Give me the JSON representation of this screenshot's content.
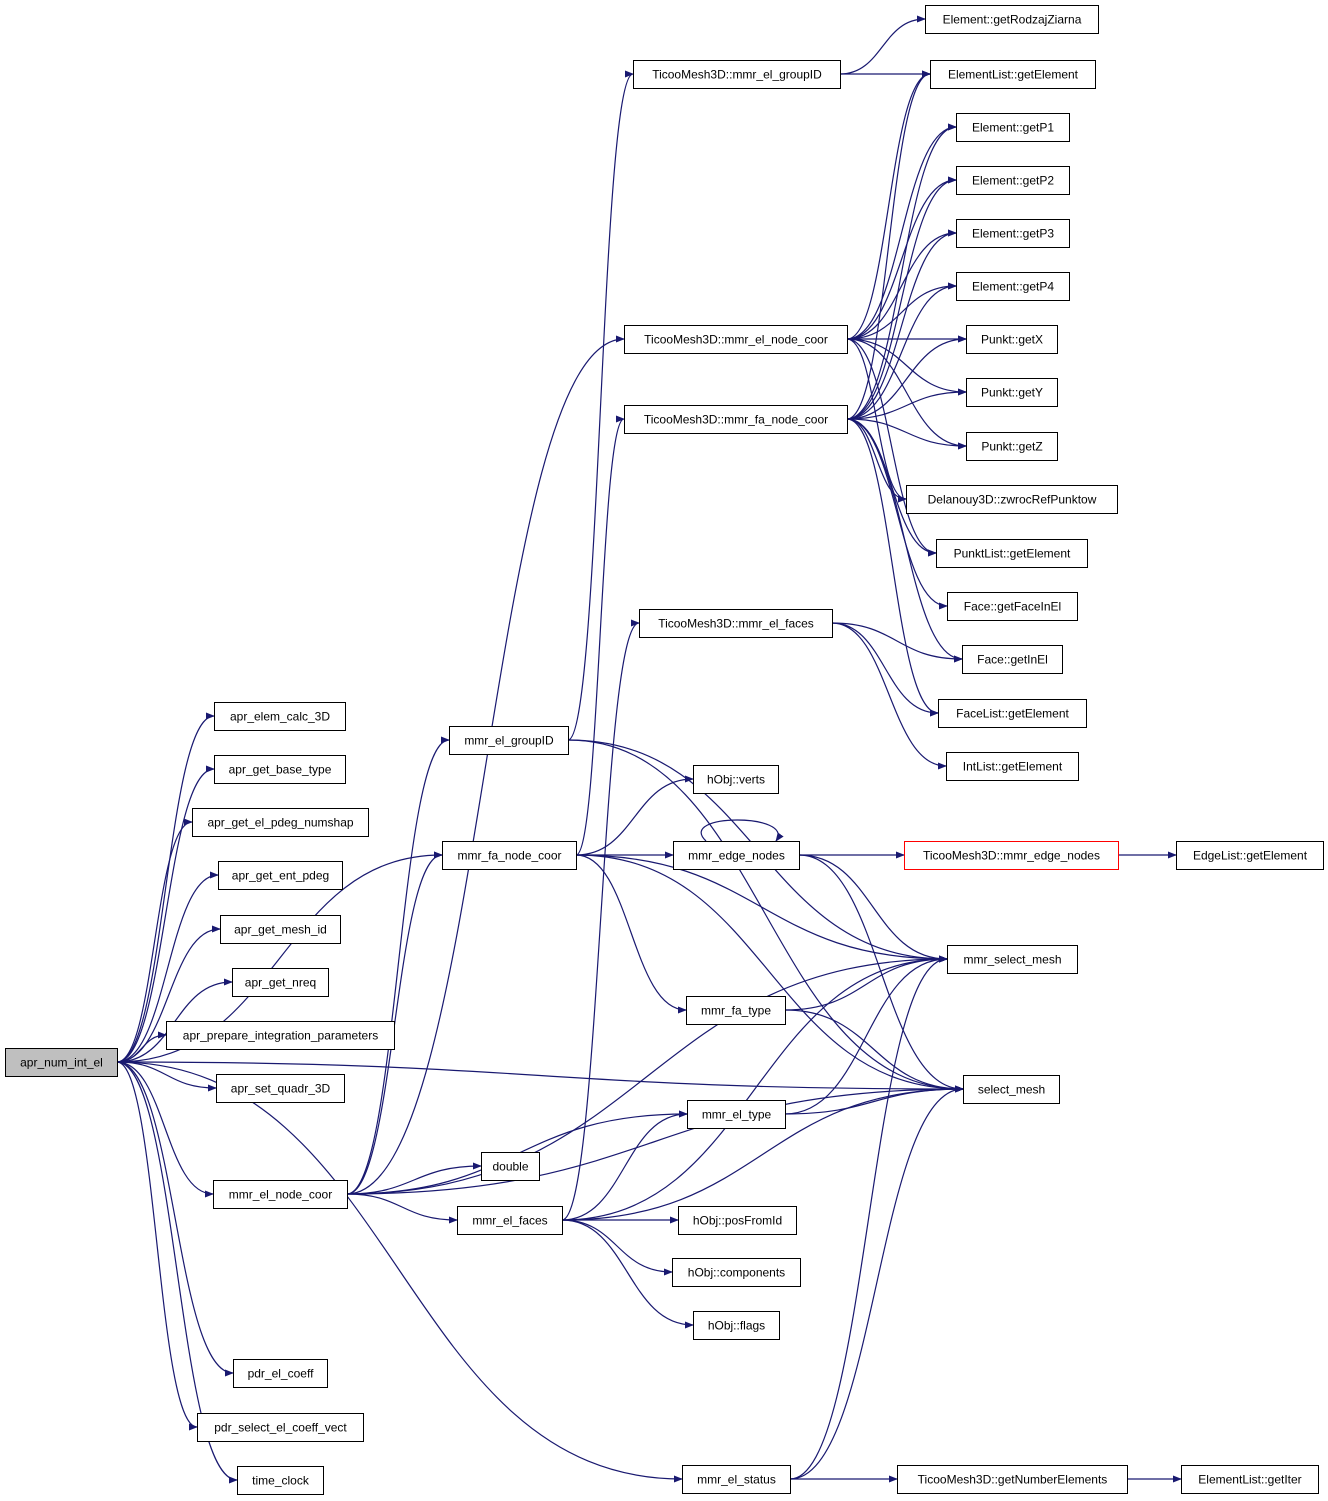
{
  "colors": {
    "edge": "#191970",
    "node_border": "#000000",
    "root_fill": "#bfbfbf",
    "highlight_border": "#ff0000"
  },
  "nodes": [
    {
      "id": "apr_num_int_el",
      "label": "apr_num_int_el",
      "root": true
    },
    {
      "id": "apr_elem_calc_3D",
      "label": "apr_elem_calc_3D"
    },
    {
      "id": "apr_get_base_type",
      "label": "apr_get_base_type"
    },
    {
      "id": "apr_get_el_pdeg_numshap",
      "label": "apr_get_el_pdeg_numshap"
    },
    {
      "id": "apr_get_ent_pdeg",
      "label": "apr_get_ent_pdeg"
    },
    {
      "id": "apr_get_mesh_id",
      "label": "apr_get_mesh_id"
    },
    {
      "id": "apr_get_nreq",
      "label": "apr_get_nreq"
    },
    {
      "id": "apr_prepare_integration_parameters",
      "label": "apr_prepare_integration_parameters"
    },
    {
      "id": "apr_set_quadr_3D",
      "label": "apr_set_quadr_3D"
    },
    {
      "id": "mmr_el_node_coor",
      "label": "mmr_el_node_coor"
    },
    {
      "id": "pdr_el_coeff",
      "label": "pdr_el_coeff"
    },
    {
      "id": "pdr_select_el_coeff_vect",
      "label": "pdr_select_el_coeff_vect"
    },
    {
      "id": "time_clock",
      "label": "time_clock"
    },
    {
      "id": "mmr_el_groupID",
      "label": "mmr_el_groupID"
    },
    {
      "id": "mmr_fa_node_coor",
      "label": "mmr_fa_node_coor"
    },
    {
      "id": "double",
      "label": "double"
    },
    {
      "id": "mmr_el_faces",
      "label": "mmr_el_faces"
    },
    {
      "id": "TM3D_mmr_el_groupID",
      "label": "TicooMesh3D::mmr_el_groupID"
    },
    {
      "id": "TM3D_mmr_el_node_coor",
      "label": "TicooMesh3D::mmr_el_node_coor"
    },
    {
      "id": "TM3D_mmr_fa_node_coor",
      "label": "TicooMesh3D::mmr_fa_node_coor"
    },
    {
      "id": "TM3D_mmr_el_faces",
      "label": "TicooMesh3D::mmr_el_faces"
    },
    {
      "id": "hObj_verts",
      "label": "hObj::verts"
    },
    {
      "id": "mmr_edge_nodes",
      "label": "mmr_edge_nodes"
    },
    {
      "id": "mmr_fa_type",
      "label": "mmr_fa_type"
    },
    {
      "id": "mmr_el_type",
      "label": "mmr_el_type"
    },
    {
      "id": "hObj_posFromId",
      "label": "hObj::posFromId"
    },
    {
      "id": "hObj_components",
      "label": "hObj::components"
    },
    {
      "id": "hObj_flags",
      "label": "hObj::flags"
    },
    {
      "id": "mmr_el_status",
      "label": "mmr_el_status"
    },
    {
      "id": "Element_getRodzajZiarna",
      "label": "Element::getRodzajZiarna"
    },
    {
      "id": "ElementList_getElement",
      "label": "ElementList::getElement"
    },
    {
      "id": "Element_getP1",
      "label": "Element::getP1"
    },
    {
      "id": "Element_getP2",
      "label": "Element::getP2"
    },
    {
      "id": "Element_getP3",
      "label": "Element::getP3"
    },
    {
      "id": "Element_getP4",
      "label": "Element::getP4"
    },
    {
      "id": "Punkt_getX",
      "label": "Punkt::getX"
    },
    {
      "id": "Punkt_getY",
      "label": "Punkt::getY"
    },
    {
      "id": "Punkt_getZ",
      "label": "Punkt::getZ"
    },
    {
      "id": "Delanouy3D_zwrocRefPunktow",
      "label": "Delanouy3D::zwrocRefPunktow"
    },
    {
      "id": "PunktList_getElement",
      "label": "PunktList::getElement"
    },
    {
      "id": "Face_getFaceInEl",
      "label": "Face::getFaceInEl"
    },
    {
      "id": "Face_getInEl",
      "label": "Face::getInEl"
    },
    {
      "id": "FaceList_getElement",
      "label": "FaceList::getElement"
    },
    {
      "id": "IntList_getElement",
      "label": "IntList::getElement"
    },
    {
      "id": "TM3D_mmr_edge_nodes",
      "label": "TicooMesh3D::mmr_edge_nodes",
      "highlight": true
    },
    {
      "id": "EdgeList_getElement",
      "label": "EdgeList::getElement"
    },
    {
      "id": "mmr_select_mesh",
      "label": "mmr_select_mesh"
    },
    {
      "id": "select_mesh",
      "label": "select_mesh"
    },
    {
      "id": "TM3D_getNumberElements",
      "label": "TicooMesh3D::getNumberElements"
    },
    {
      "id": "ElementList_getIter",
      "label": "ElementList::getIter"
    }
  ],
  "edges": [
    [
      "apr_num_int_el",
      "apr_elem_calc_3D"
    ],
    [
      "apr_num_int_el",
      "apr_get_base_type"
    ],
    [
      "apr_num_int_el",
      "apr_get_el_pdeg_numshap"
    ],
    [
      "apr_num_int_el",
      "apr_get_ent_pdeg"
    ],
    [
      "apr_num_int_el",
      "apr_get_mesh_id"
    ],
    [
      "apr_num_int_el",
      "apr_get_nreq"
    ],
    [
      "apr_num_int_el",
      "apr_prepare_integration_parameters"
    ],
    [
      "apr_num_int_el",
      "apr_set_quadr_3D"
    ],
    [
      "apr_num_int_el",
      "mmr_el_node_coor"
    ],
    [
      "apr_num_int_el",
      "pdr_el_coeff"
    ],
    [
      "apr_num_int_el",
      "pdr_select_el_coeff_vect"
    ],
    [
      "apr_num_int_el",
      "time_clock"
    ],
    [
      "apr_num_int_el",
      "mmr_fa_node_coor"
    ],
    [
      "apr_num_int_el",
      "mmr_el_status"
    ],
    [
      "apr_num_int_el",
      "select_mesh"
    ],
    [
      "mmr_el_node_coor",
      "mmr_el_groupID"
    ],
    [
      "mmr_el_node_coor",
      "mmr_fa_node_coor"
    ],
    [
      "mmr_el_node_coor",
      "double"
    ],
    [
      "mmr_el_node_coor",
      "mmr_el_faces"
    ],
    [
      "mmr_el_node_coor",
      "mmr_el_type"
    ],
    [
      "mmr_el_node_coor",
      "TM3D_mmr_el_node_coor"
    ],
    [
      "mmr_el_node_coor",
      "mmr_select_mesh"
    ],
    [
      "mmr_el_node_coor",
      "select_mesh"
    ],
    [
      "mmr_el_groupID",
      "TM3D_mmr_el_groupID"
    ],
    [
      "mmr_el_groupID",
      "mmr_select_mesh"
    ],
    [
      "mmr_el_groupID",
      "select_mesh"
    ],
    [
      "mmr_fa_node_coor",
      "TM3D_mmr_fa_node_coor"
    ],
    [
      "mmr_fa_node_coor",
      "hObj_verts"
    ],
    [
      "mmr_fa_node_coor",
      "mmr_edge_nodes"
    ],
    [
      "mmr_fa_node_coor",
      "mmr_fa_type"
    ],
    [
      "mmr_fa_node_coor",
      "mmr_select_mesh"
    ],
    [
      "mmr_fa_node_coor",
      "select_mesh"
    ],
    [
      "mmr_el_faces",
      "TM3D_mmr_el_faces"
    ],
    [
      "mmr_el_faces",
      "mmr_el_type"
    ],
    [
      "mmr_el_faces",
      "hObj_posFromId"
    ],
    [
      "mmr_el_faces",
      "hObj_components"
    ],
    [
      "mmr_el_faces",
      "hObj_flags"
    ],
    [
      "mmr_el_faces",
      "mmr_select_mesh"
    ],
    [
      "mmr_el_faces",
      "select_mesh"
    ],
    [
      "mmr_edge_nodes",
      "mmr_edge_nodes"
    ],
    [
      "mmr_edge_nodes",
      "TM3D_mmr_edge_nodes"
    ],
    [
      "mmr_edge_nodes",
      "mmr_select_mesh"
    ],
    [
      "mmr_edge_nodes",
      "select_mesh"
    ],
    [
      "mmr_fa_type",
      "mmr_select_mesh"
    ],
    [
      "mmr_fa_type",
      "select_mesh"
    ],
    [
      "mmr_el_type",
      "mmr_select_mesh"
    ],
    [
      "mmr_el_type",
      "select_mesh"
    ],
    [
      "mmr_el_status",
      "mmr_select_mesh"
    ],
    [
      "mmr_el_status",
      "select_mesh"
    ],
    [
      "mmr_el_status",
      "TM3D_getNumberElements"
    ],
    [
      "TM3D_mmr_el_groupID",
      "Element_getRodzajZiarna"
    ],
    [
      "TM3D_mmr_el_groupID",
      "ElementList_getElement"
    ],
    [
      "TM3D_mmr_el_node_coor",
      "ElementList_getElement"
    ],
    [
      "TM3D_mmr_el_node_coor",
      "Element_getP1"
    ],
    [
      "TM3D_mmr_el_node_coor",
      "Element_getP2"
    ],
    [
      "TM3D_mmr_el_node_coor",
      "Element_getP3"
    ],
    [
      "TM3D_mmr_el_node_coor",
      "Element_getP4"
    ],
    [
      "TM3D_mmr_el_node_coor",
      "Punkt_getX"
    ],
    [
      "TM3D_mmr_el_node_coor",
      "Punkt_getY"
    ],
    [
      "TM3D_mmr_el_node_coor",
      "Punkt_getZ"
    ],
    [
      "TM3D_mmr_el_node_coor",
      "Delanouy3D_zwrocRefPunktow"
    ],
    [
      "TM3D_mmr_el_node_coor",
      "PunktList_getElement"
    ],
    [
      "TM3D_mmr_fa_node_coor",
      "ElementList_getElement"
    ],
    [
      "TM3D_mmr_fa_node_coor",
      "Element_getP1"
    ],
    [
      "TM3D_mmr_fa_node_coor",
      "Element_getP2"
    ],
    [
      "TM3D_mmr_fa_node_coor",
      "Element_getP3"
    ],
    [
      "TM3D_mmr_fa_node_coor",
      "Element_getP4"
    ],
    [
      "TM3D_mmr_fa_node_coor",
      "Punkt_getX"
    ],
    [
      "TM3D_mmr_fa_node_coor",
      "Punkt_getY"
    ],
    [
      "TM3D_mmr_fa_node_coor",
      "Punkt_getZ"
    ],
    [
      "TM3D_mmr_fa_node_coor",
      "Delanouy3D_zwrocRefPunktow"
    ],
    [
      "TM3D_mmr_fa_node_coor",
      "PunktList_getElement"
    ],
    [
      "TM3D_mmr_fa_node_coor",
      "Face_getFaceInEl"
    ],
    [
      "TM3D_mmr_fa_node_coor",
      "Face_getInEl"
    ],
    [
      "TM3D_mmr_fa_node_coor",
      "FaceList_getElement"
    ],
    [
      "TM3D_mmr_el_faces",
      "Face_getInEl"
    ],
    [
      "TM3D_mmr_el_faces",
      "FaceList_getElement"
    ],
    [
      "TM3D_mmr_el_faces",
      "IntList_getElement"
    ],
    [
      "TM3D_mmr_edge_nodes",
      "EdgeList_getElement"
    ],
    [
      "TM3D_getNumberElements",
      "ElementList_getIter"
    ]
  ]
}
